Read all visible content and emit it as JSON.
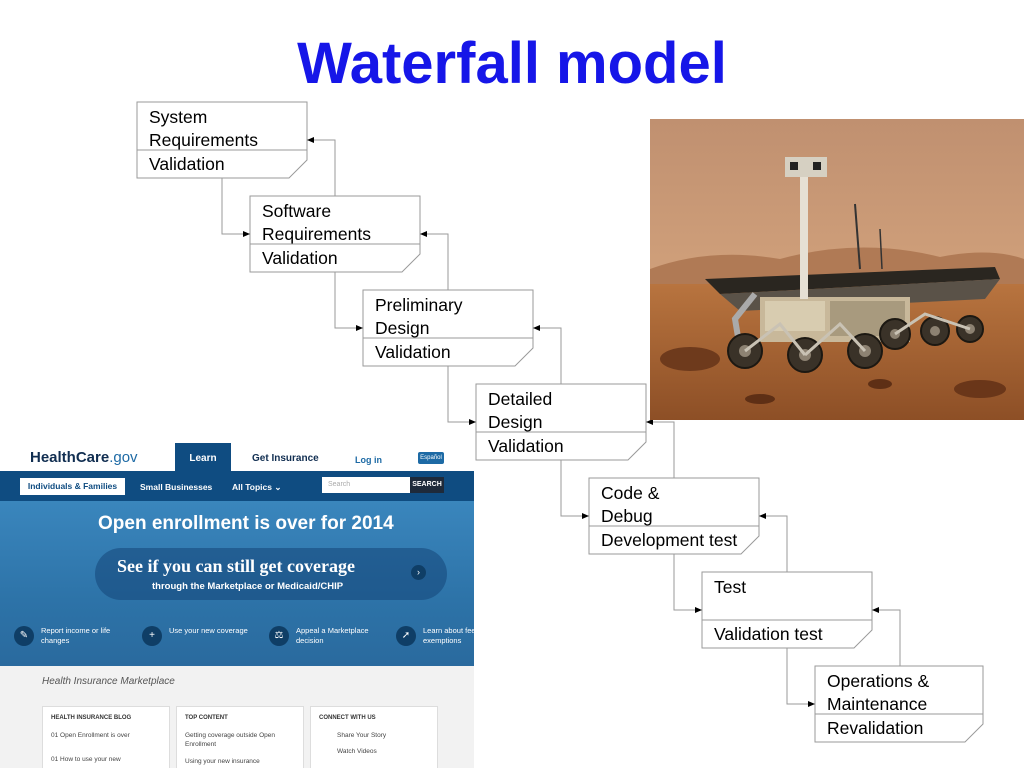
{
  "title": "Waterfall model",
  "steps": [
    {
      "lines": [
        "System",
        "Requirements"
      ],
      "validation": "Validation"
    },
    {
      "lines": [
        "Software",
        "Requirements"
      ],
      "validation": "Validation"
    },
    {
      "lines": [
        "Preliminary",
        "Design"
      ],
      "validation": "Validation"
    },
    {
      "lines": [
        "Detailed",
        "Design"
      ],
      "validation": "Validation"
    },
    {
      "lines": [
        "Code &",
        "Debug"
      ],
      "validation": "Development test"
    },
    {
      "lines": [
        "Test"
      ],
      "validation": "Validation test"
    },
    {
      "lines": [
        "Operations &",
        "Maintenance"
      ],
      "validation": "Revalidation"
    }
  ],
  "healthcare": {
    "logo_main": "HealthCare",
    "logo_gov": ".gov",
    "tab_learn": "Learn",
    "tab_get_insurance": "Get Insurance",
    "login": "Log in",
    "espanol": "Español",
    "nav_individuals": "Individuals & Families",
    "nav_small_business": "Small Businesses",
    "nav_all_topics": "All Topics ⌄",
    "search_placeholder": "Search",
    "search_button": "SEARCH",
    "hero_title": "Open enrollment is over for 2014",
    "hero_subtitle": "See if you can still get coverage",
    "hero_sub2": "through the Marketplace or Medicaid/CHIP",
    "link1": "Report income or life changes",
    "link2": "Use your new coverage",
    "link3": "Appeal a Marketplace decision",
    "link4": "Learn about fee exemptions",
    "marketplace": "Health Insurance Marketplace",
    "col1_head": "HEALTH INSURANCE BLOG",
    "col1_item1": "01  Open Enrollment is over",
    "col1_item2": "01  How to use your new",
    "col2_head": "TOP CONTENT",
    "col2_item1": "Getting coverage outside Open Enrollment",
    "col2_item2": "Using your new insurance",
    "col3_head": "CONNECT WITH US",
    "col3_item1": "Share Your Story",
    "col3_item2": "Watch Videos"
  }
}
